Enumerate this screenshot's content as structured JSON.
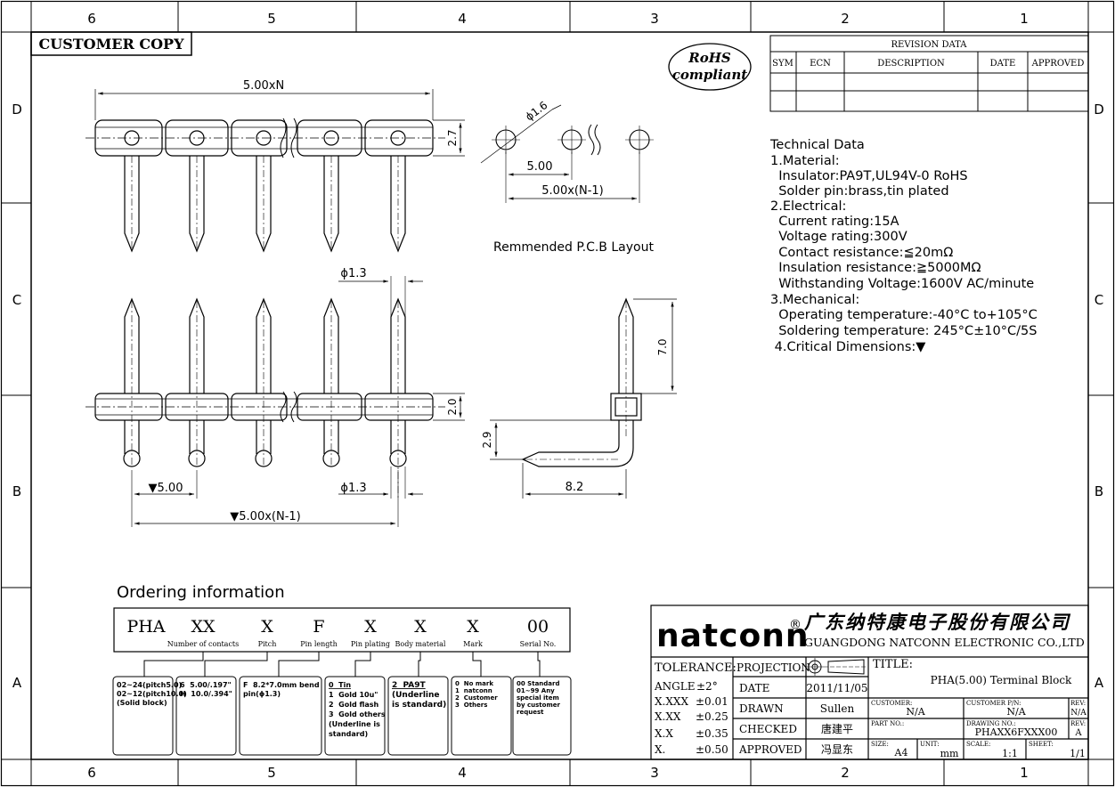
{
  "frame": {
    "columns": [
      "6",
      "5",
      "4",
      "3",
      "2",
      "1"
    ],
    "rows": [
      "D",
      "C",
      "B",
      "A"
    ]
  },
  "customer_copy": "CUSTOMER COPY",
  "rohs": {
    "line1": "RoHS",
    "line2": "compliant"
  },
  "revision": {
    "title": "REVISION DATA",
    "headers": [
      "SYM",
      "ECN",
      "DESCRIPTION",
      "DATE",
      "APPROVED"
    ]
  },
  "drawing_labels": {
    "dim_5n": "5.00xN",
    "dim_27": "2.7",
    "dim_phi16": "ϕ1.6",
    "dim_500": "5.00",
    "dim_500n1": "5.00x(N-1)",
    "pcb_layout": "Remmended P.C.B Layout",
    "dim_phi13_top": "ϕ1.3",
    "dim_phi13_bottom": "ϕ1.3",
    "dim_70": "7.0",
    "dim_20": "2.0",
    "dim_29": "2.9",
    "dim_82": "8.2",
    "dim_500_b": "▼5.00",
    "dim_500n1_b": "▼5.00x(N-1)"
  },
  "technical": {
    "lines": [
      "Technical Data",
      "1.Material:",
      "  Insulator:PA9T,UL94V-0 RoHS",
      "  Solder pin:brass,tin plated",
      "2.Electrical:",
      "  Current rating:15A",
      "  Voltage rating:300V",
      "  Contact resistance:≦20mΩ",
      "  Insulation resistance:≧5000MΩ",
      "  Withstanding Voltage:1600V AC/minute",
      "3.Mechanical:",
      "  Operating temperature:-40°C to+105°C",
      "  Soldering temperature: 245°C±10°C/5S",
      " 4.Critical Dimensions:▼"
    ]
  },
  "ordering": {
    "title": "Ordering information",
    "codes": [
      "PHA",
      "XX",
      "X",
      "F",
      "X",
      "X",
      "X",
      "00"
    ],
    "code_labels": [
      "Number of contacts",
      "Pitch",
      "Pin length",
      "Pin plating",
      "Body material",
      "Mark",
      "Serial No."
    ],
    "boxes": [
      [
        "02~24(pitch5.0)",
        "02~12(pitch10.0)",
        "(Solid block)"
      ],
      [
        "6  5.00/.197\"",
        "H  10.0/.394\""
      ],
      [
        "F  8.2*7.0mm bend",
        "pin(ϕ1.3)"
      ],
      [
        "0  Tin",
        "1  Gold 10u\"",
        "2  Gold flash",
        "3  Gold others",
        "(Underline is",
        "standard)"
      ],
      [
        "2  PA9T",
        "(Underline",
        "is standard)"
      ],
      [
        "0  No mark",
        "1  natconn",
        "2  Customer",
        "3  Others"
      ],
      [
        "00 Standard",
        "01~99 Any",
        "special item",
        "by customer",
        "request"
      ]
    ]
  },
  "company": {
    "brand": "natconn",
    "reg": "®",
    "name_cn": "广东纳特康电子股份有限公司",
    "name_en": "GUANGDONG NATCONN ELECTRONIC CO.,LTD"
  },
  "tolerance": {
    "title": "TOLERANCE:",
    "rows": [
      [
        "ANGLE",
        "±2°"
      ],
      [
        "X.XXX",
        "±0.01"
      ],
      [
        "X.XX",
        "±0.25"
      ],
      [
        "X.X",
        "±0.35"
      ],
      [
        "X.",
        "±0.50"
      ]
    ]
  },
  "titleblock": {
    "projection_label": "PROJECTION",
    "date_label": "DATE",
    "date_value": "2011/11/05",
    "drawn_label": "DRAWN",
    "drawn_value": "Sullen",
    "checked_label": "CHECKED",
    "checked_value": "唐建平",
    "approved_label": "APPROVED",
    "approved_value": "冯显东",
    "title_label": "TITLE:",
    "title_value": "PHA(5.00)  Terminal Block",
    "customer_label": "CUSTOMER:",
    "customer_value": "N/A",
    "customer_pn_label": "CUSTOMER P/N:",
    "customer_pn_value": "N/A",
    "rev_label": "REV:",
    "rev_value1": "N/A",
    "part_no_label": "PART NO.:",
    "drawing_no_label": "DRAWING NO.:",
    "drawing_no_value": "PHAXX6FXXX00",
    "rev_value2": "A",
    "size_label": "SIZE:",
    "size_value": "A4",
    "unit_label": "UNIT:",
    "unit_value": "mm",
    "scale_label": "SCALE:",
    "scale_value": "1:1",
    "sheet_label": "SHEET:",
    "sheet_value": "1/1"
  }
}
